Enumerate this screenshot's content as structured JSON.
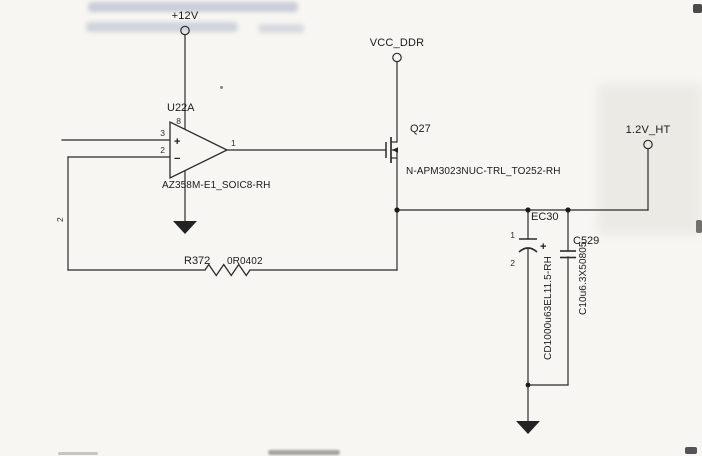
{
  "nets": {
    "v12": "+12V",
    "vcc_ddr": "VCC_DDR",
    "v12_ht": "1.2V_HT",
    "feedback_label": "2"
  },
  "opamp": {
    "ref": "U22A",
    "part": "AZ358M-E1_SOIC8-RH",
    "plus": "+",
    "minus": "−",
    "pin_noninverting": "3",
    "pin_inverting": "2",
    "pin_output": "1",
    "pin_power": "8"
  },
  "mosfet": {
    "ref": "Q27",
    "part": "N-APM3023NUC-TRL_TO252-RH"
  },
  "resistor": {
    "ref": "R372",
    "value": "0R0402"
  },
  "caps": {
    "ec30": {
      "ref": "EC30",
      "part": "CD1000u63EL11.5-RH",
      "pin1": "1",
      "pin2": "2",
      "polarity": "+"
    },
    "c529": {
      "ref": "C529",
      "part": "C10u6.3X50805"
    }
  }
}
